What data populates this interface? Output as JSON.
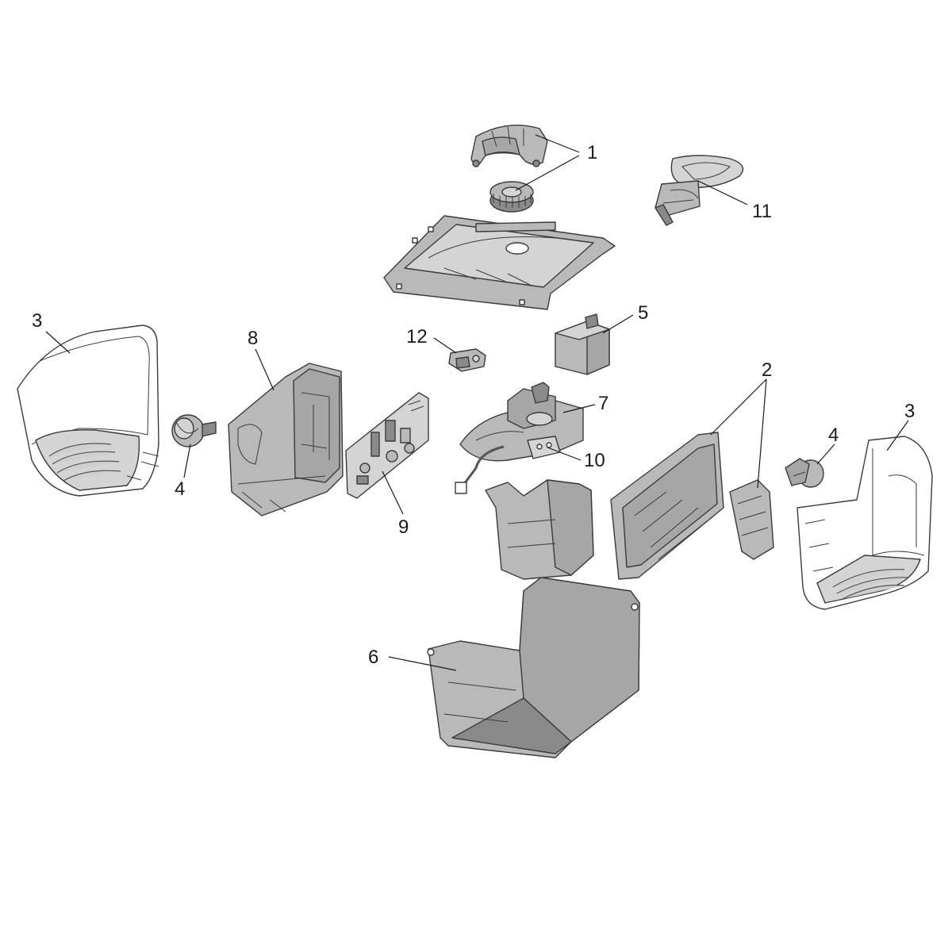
{
  "callouts": [
    {
      "id": "1",
      "label": "1"
    },
    {
      "id": "2",
      "label": "2"
    },
    {
      "id": "3-left",
      "label": "3"
    },
    {
      "id": "3-right",
      "label": "3"
    },
    {
      "id": "4-left",
      "label": "4"
    },
    {
      "id": "4-right",
      "label": "4"
    },
    {
      "id": "5",
      "label": "5"
    },
    {
      "id": "6",
      "label": "6"
    },
    {
      "id": "7",
      "label": "7"
    },
    {
      "id": "8",
      "label": "8"
    },
    {
      "id": "9",
      "label": "9"
    },
    {
      "id": "10",
      "label": "10"
    },
    {
      "id": "11",
      "label": "11"
    },
    {
      "id": "12",
      "label": "12"
    }
  ],
  "colors": {
    "part_fill": "#b9b9b9",
    "part_dark": "#8a8a8a",
    "outline": "#3a3a3a",
    "cover": "#ffffff"
  }
}
